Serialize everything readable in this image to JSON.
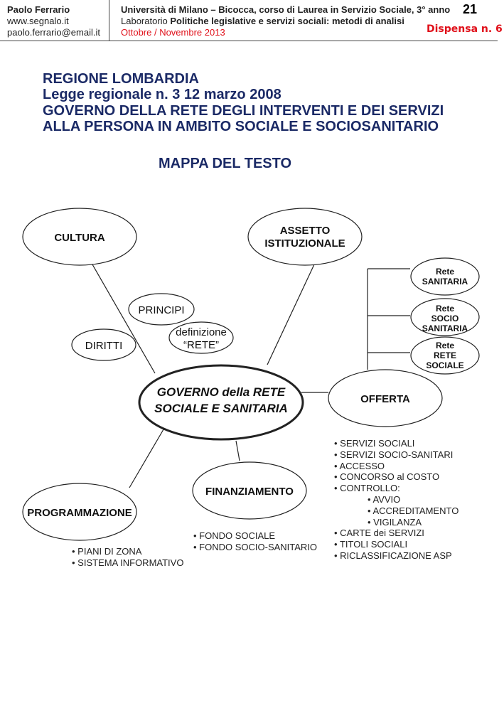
{
  "header": {
    "author": "Paolo Ferrario",
    "website": "www.segnalo.it",
    "email": "paolo.ferrario@email.it",
    "course": "Università di Milano – Bicocca, corso di  Laurea in Servizio Sociale, 3° anno",
    "lab_prefix": "Laboratorio ",
    "lab_name": "Politiche legislative e servizi sociali: metodi di analisi",
    "period": "Ottobre / Novembre 2013",
    "page_number": "21",
    "dispensa": "Dispensa n. 6"
  },
  "title": {
    "lines": [
      "REGIONE LOMBARDIA",
      "Legge regionale n. 3 12 marzo 2008",
      "GOVERNO DELLA RETE DEGLI INTERVENTI E DEI SERVIZI",
      "ALLA PERSONA IN AMBITO SOCIALE E SOCIOSANITARIO"
    ],
    "subtitle": "MAPPA DEL TESTO"
  },
  "map": {
    "center": [
      "GOVERNO della RETE",
      "SOCIALE E SANITARIA"
    ],
    "cultura": "CULTURA",
    "assetto": [
      "ASSETTO",
      "ISTITUZIONALE"
    ],
    "principi": "PRINCIPI",
    "diritti": "DIRITTI",
    "definizione": [
      "definizione",
      "“RETE”"
    ],
    "offerta": "OFFERTA",
    "finanziamento": "FINANZIAMENTO",
    "programmazione": "PROGRAMMAZIONE",
    "reti": [
      [
        "Rete",
        "SANITARIA"
      ],
      [
        "Rete",
        "SOCIO",
        "SANITARIA"
      ],
      [
        "Rete",
        "RETE",
        "SOCIALE"
      ]
    ],
    "offerta_list": [
      "SERVIZI SOCIALI",
      "SERVIZI SOCIO-SANITARI",
      "ACCESSO",
      "CONCORSO al COSTO",
      "CONTROLLO:"
    ],
    "controllo_list": [
      "AVVIO",
      "ACCREDITAMENTO",
      "VIGILANZA"
    ],
    "offerta_list2": [
      "CARTE dei SERVIZI",
      "TITOLI SOCIALI",
      "RICLASSIFICAZIONE ASP"
    ],
    "finanziamento_list": [
      "FONDO SOCIALE",
      "FONDO SOCIO-SANITARIO"
    ],
    "programmazione_list": [
      "PIANI DI ZONA",
      "SISTEMA INFORMATIVO"
    ]
  }
}
